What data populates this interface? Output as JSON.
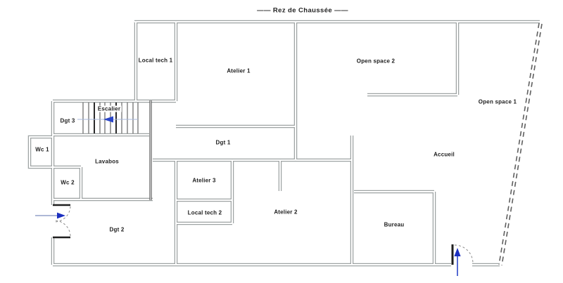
{
  "title": "—— Rez de Chaussée ——",
  "floor": {
    "rooms": {
      "local_tech_1": {
        "label": "Local tech 1"
      },
      "atelier_1": {
        "label": "Atelier 1"
      },
      "open_space_2": {
        "label": "Open space 2"
      },
      "open_space_1": {
        "label": "Open space 1"
      },
      "escalier": {
        "label": "Escalier"
      },
      "dgt_3": {
        "label": "Dgt 3"
      },
      "wc_1": {
        "label": "Wc 1"
      },
      "lavabos": {
        "label": "Lavabos"
      },
      "wc_2": {
        "label": "Wc 2"
      },
      "dgt_1": {
        "label": "Dgt 1"
      },
      "accueil": {
        "label": "Accueil"
      },
      "atelier_3": {
        "label": "Atelier 3"
      },
      "local_tech_2": {
        "label": "Local tech 2"
      },
      "atelier_2": {
        "label": "Atelier 2"
      },
      "bureau": {
        "label": "Bureau"
      },
      "dgt_2": {
        "label": "Dgt 2"
      }
    },
    "icons": {
      "stair_direction": "arrow-left-icon",
      "entrance_west": "arrow-right-icon",
      "entrance_south": "arrow-up-icon"
    },
    "colors": {
      "wall_grey": "#9ea3a3",
      "wall_dark": "#4f4f4f",
      "accent_blue": "#2b46c8",
      "door_arc": "#8a8a8a",
      "background": "#ffffff"
    }
  }
}
